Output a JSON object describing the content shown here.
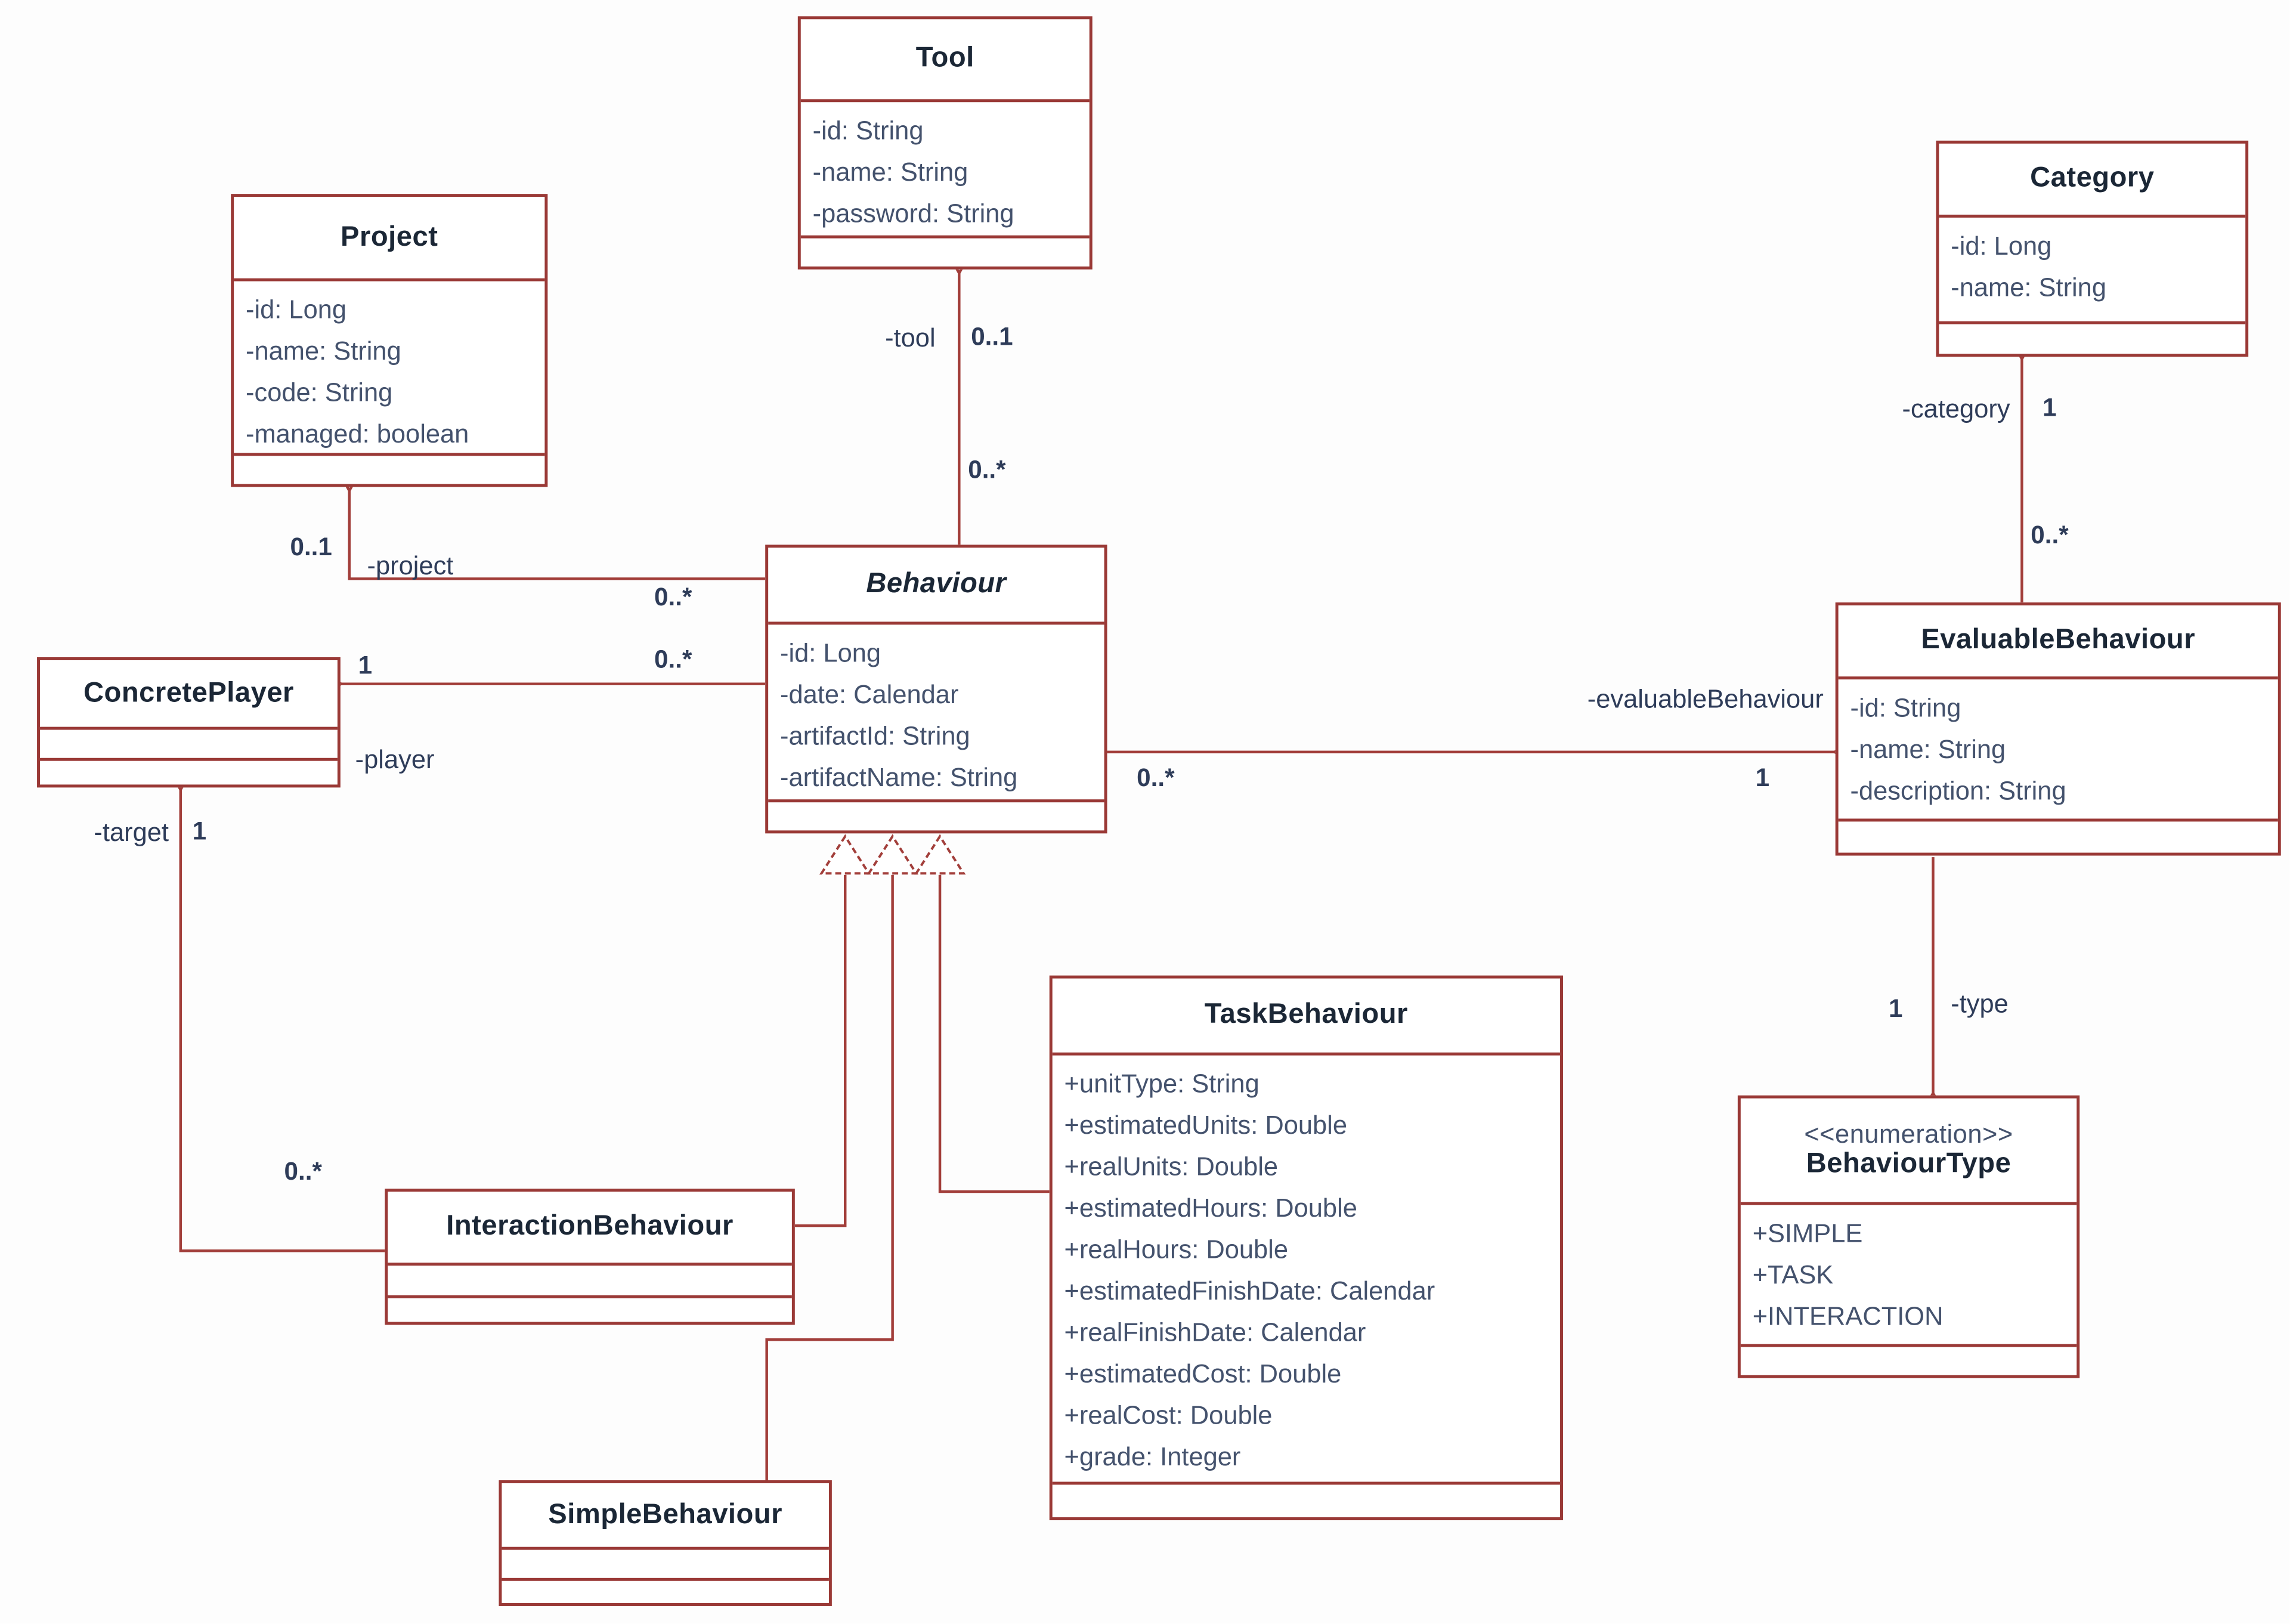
{
  "diagram": {
    "title": "Behaviour model UML class diagram",
    "colors": {
      "border": "#9a3936",
      "line": "#a23e3a",
      "titleText": "#1b2736",
      "attrText": "#44526d",
      "multText": "#2e3c59",
      "background": "#fdfdfd"
    },
    "classes": [
      {
        "id": "tool",
        "name": "Tool",
        "stereotype": "",
        "abstract": false,
        "attributes": [
          "-id: String",
          "-name: String",
          "-password: String"
        ],
        "operations": []
      },
      {
        "id": "project",
        "name": "Project",
        "stereotype": "",
        "abstract": false,
        "attributes": [
          "-id: Long",
          "-name: String",
          "-code: String",
          "-managed: boolean"
        ],
        "operations": []
      },
      {
        "id": "category",
        "name": "Category",
        "stereotype": "",
        "abstract": false,
        "attributes": [
          "-id: Long",
          "-name: String"
        ],
        "operations": []
      },
      {
        "id": "behaviour",
        "name": "Behaviour",
        "stereotype": "",
        "abstract": true,
        "attributes": [
          "-id: Long",
          "-date: Calendar",
          "-artifactId: String",
          "-artifactName: String"
        ],
        "operations": []
      },
      {
        "id": "concretePlayer",
        "name": "ConcretePlayer",
        "stereotype": "",
        "abstract": false,
        "attributes": [],
        "operations": []
      },
      {
        "id": "evaluableBehaviour",
        "name": "EvaluableBehaviour",
        "stereotype": "",
        "abstract": false,
        "attributes": [
          "-id: String",
          "-name: String",
          "-description: String"
        ],
        "operations": []
      },
      {
        "id": "taskBehaviour",
        "name": "TaskBehaviour",
        "stereotype": "",
        "abstract": false,
        "attributes": [
          "+unitType: String",
          "+estimatedUnits: Double",
          "+realUnits: Double",
          "+estimatedHours: Double",
          "+realHours: Double",
          "+estimatedFinishDate: Calendar",
          "+realFinishDate: Calendar",
          "+estimatedCost: Double",
          "+realCost: Double",
          "+grade: Integer"
        ],
        "operations": []
      },
      {
        "id": "behaviourType",
        "name": "BehaviourType",
        "stereotype": "<<enumeration>>",
        "abstract": false,
        "attributes": [
          "+SIMPLE",
          "+TASK",
          "+INTERACTION"
        ],
        "operations": []
      },
      {
        "id": "interactionBehaviour",
        "name": "InteractionBehaviour",
        "stereotype": "",
        "abstract": false,
        "attributes": [],
        "operations": []
      },
      {
        "id": "simpleBehaviour",
        "name": "SimpleBehaviour",
        "stereotype": "",
        "abstract": false,
        "attributes": [],
        "operations": []
      }
    ],
    "associations": [
      {
        "id": "tool",
        "role": "-tool",
        "from": "Behaviour",
        "to": "Tool",
        "from_mult": "0..*",
        "to_mult": "0..1"
      },
      {
        "id": "project",
        "role": "-project",
        "from": "Behaviour",
        "to": "Project",
        "from_mult": "0..*",
        "to_mult": "0..1"
      },
      {
        "id": "player",
        "role": "-player",
        "from": "Behaviour",
        "to": "ConcretePlayer",
        "from_mult": "0..*",
        "to_mult": "1"
      },
      {
        "id": "evaluableBehaviour",
        "role": "-evaluableBehaviour",
        "from": "Behaviour",
        "to": "EvaluableBehaviour",
        "from_mult": "0..*",
        "to_mult": "1"
      },
      {
        "id": "category",
        "role": "-category",
        "from": "EvaluableBehaviour",
        "to": "Category",
        "from_mult": "0..*",
        "to_mult": "1"
      },
      {
        "id": "type",
        "role": "-type",
        "from": "EvaluableBehaviour",
        "to": "BehaviourType",
        "from_mult": "",
        "to_mult": "1"
      },
      {
        "id": "target",
        "role": "-target",
        "from": "InteractionBehaviour",
        "to": "ConcretePlayer",
        "from_mult": "0..*",
        "to_mult": "1"
      }
    ],
    "generalizations": [
      {
        "id": "gen-interaction",
        "child": "InteractionBehaviour",
        "parent": "Behaviour"
      },
      {
        "id": "gen-simple",
        "child": "SimpleBehaviour",
        "parent": "Behaviour"
      },
      {
        "id": "gen-task",
        "child": "TaskBehaviour",
        "parent": "Behaviour"
      }
    ]
  }
}
